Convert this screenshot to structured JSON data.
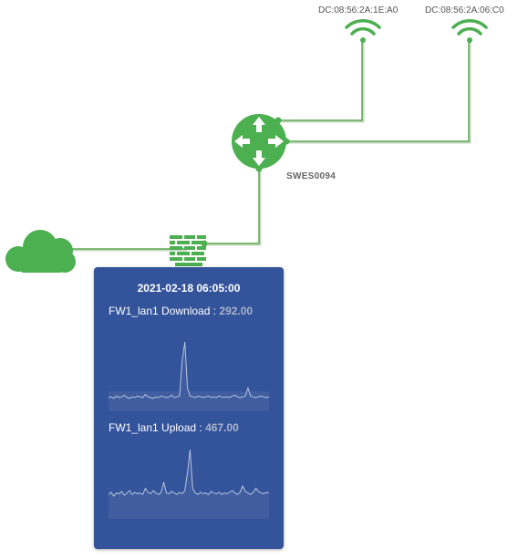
{
  "colors": {
    "accent_green": "#4caf50",
    "link_green": "#5aa84f",
    "panel_bg": "#33539a",
    "chart_fill": "#3f5d9f",
    "chart_line": "#b8c4de"
  },
  "topology": {
    "access_points": [
      {
        "label": "DC:08:56:2A:1E:A0",
        "icon": "wifi-icon"
      },
      {
        "label": "DC:08:56:2A:06:C0",
        "icon": "wifi-icon"
      }
    ],
    "router": {
      "label": "SWES0094",
      "icon": "router-icon"
    },
    "firewall": {
      "icon": "firewall-icon"
    },
    "internet": {
      "icon": "cloud-icon"
    }
  },
  "panel": {
    "timestamp": "2021-02-18 06:05:00",
    "download": {
      "label": "FW1_lan1 Download : ",
      "value": "292.00",
      "series": [
        8,
        9,
        7,
        10,
        8,
        9,
        11,
        8,
        7,
        9,
        8,
        10,
        9,
        8,
        12,
        9,
        8,
        7,
        9,
        8,
        10,
        9,
        8,
        9,
        11,
        8,
        9,
        10,
        55,
        78,
        20,
        10,
        9,
        8,
        10,
        9,
        8,
        9,
        10,
        8,
        9,
        8,
        10,
        9,
        8,
        9,
        8,
        10,
        11,
        9,
        8,
        9,
        10,
        20,
        10,
        9,
        8,
        9,
        10,
        9,
        8,
        9
      ]
    },
    "upload": {
      "label": "FW1_lan1 Upload : ",
      "value": "467.00",
      "series": [
        22,
        25,
        20,
        24,
        23,
        26,
        21,
        24,
        27,
        22,
        25,
        23,
        24,
        22,
        30,
        25,
        23,
        27,
        24,
        22,
        25,
        38,
        24,
        23,
        26,
        24,
        22,
        25,
        23,
        27,
        50,
        80,
        30,
        24,
        22,
        25,
        23,
        24,
        22,
        26,
        24,
        23,
        25,
        22,
        24,
        23,
        25,
        27,
        24,
        22,
        25,
        33,
        26,
        24,
        22,
        25,
        30,
        26,
        24,
        23,
        25,
        24
      ]
    }
  }
}
